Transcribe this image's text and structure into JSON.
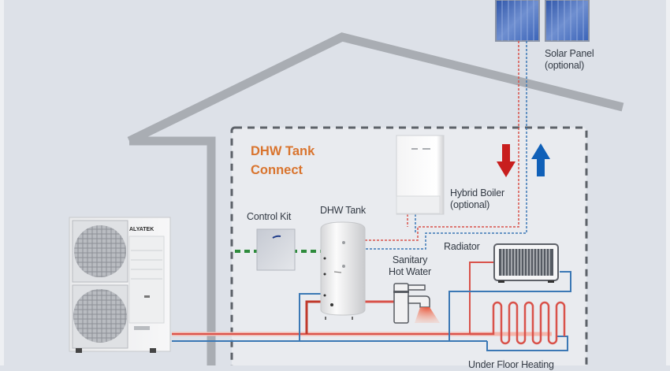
{
  "diagram": {
    "title_line1": "DHW Tank",
    "title_line2": "Connect",
    "labels": {
      "solar_panel": "Solar Panel",
      "solar_panel_note": "(optional)",
      "hybrid_boiler": "Hybrid Boiler",
      "hybrid_boiler_note": "(optional)",
      "control_kit": "Control Kit",
      "dhw_tank": "DHW Tank",
      "sanitary_line1": "Sanitary",
      "sanitary_line2": "Hot Water",
      "radiator": "Radiator",
      "underfloor": "Under Floor Heating"
    },
    "outdoor_unit_brand": "ALYATEK",
    "colors": {
      "background": "#dde1e8",
      "house_outline": "#a9adb3",
      "title": "#d9742e",
      "hot_pipe": "#d9524a",
      "cold_pipe": "#3b78b5",
      "arrow_down": "#c81e1e",
      "arrow_up": "#1060b8",
      "control_line": "#2e8b3c",
      "zone_border": "#5d6269"
    }
  }
}
